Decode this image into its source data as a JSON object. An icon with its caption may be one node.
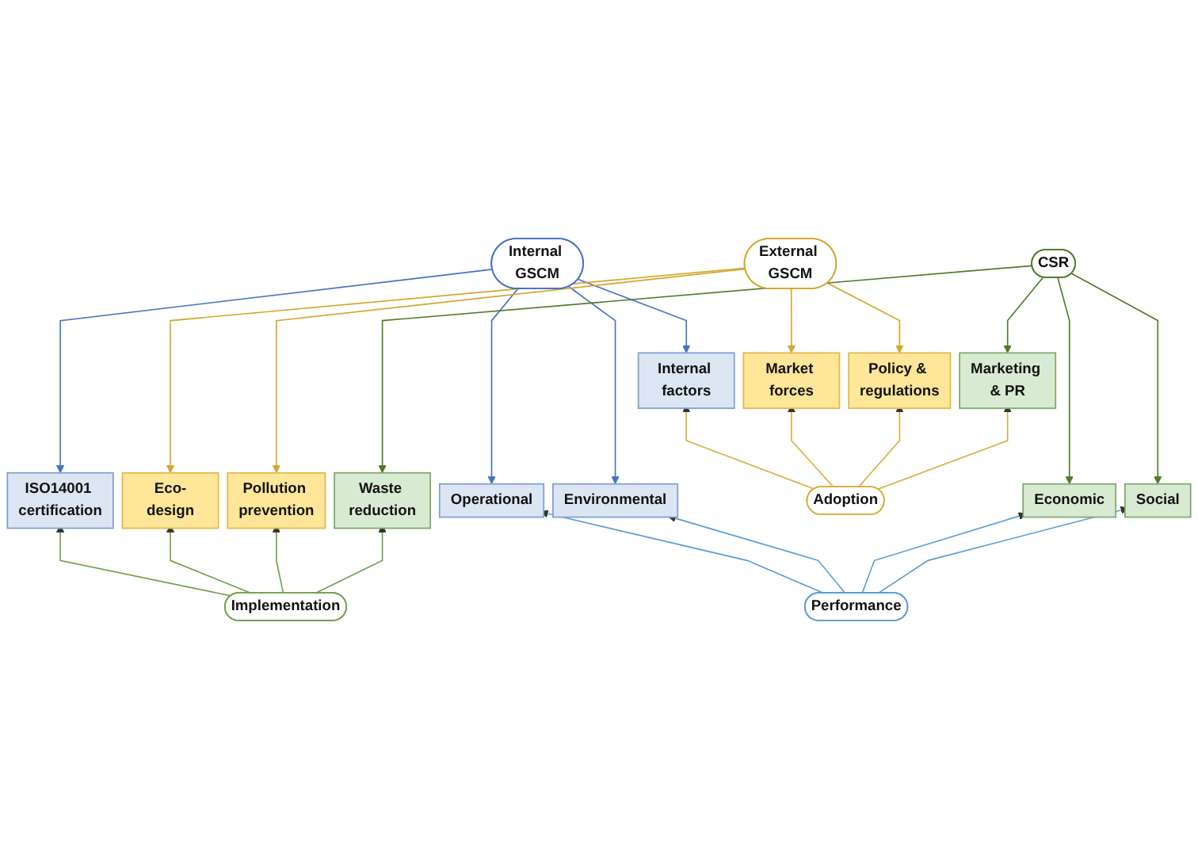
{
  "diagram": {
    "nodes": [
      {
        "text": [
          "Internal GSCM"
        ]
      },
      {
        "text": [
          "External GSCM"
        ]
      },
      {
        "text": [
          "CSR"
        ]
      },
      {
        "text": [
          "Internal factors"
        ]
      },
      {
        "text": [
          "ISO14001 certification"
        ]
      },
      {
        "text": [
          "Operational"
        ]
      },
      {
        "text": [
          "Environmental"
        ]
      },
      {
        "text": [
          "Market forces"
        ]
      },
      {
        "text": [
          "Policy & regulations"
        ]
      },
      {
        "text": [
          "Eco-design"
        ]
      },
      {
        "text": [
          "Pollution prevention"
        ]
      },
      {
        "text": [
          "Marketing & PR"
        ]
      },
      {
        "text": [
          "Waste reduction"
        ]
      },
      {
        "text": [
          "Economic"
        ]
      },
      {
        "text": [
          "Social"
        ]
      },
      {
        "text": [
          "Adoption"
        ]
      },
      {
        "text": [
          "Implementation"
        ]
      },
      {
        "text": [
          "Performance"
        ]
      }
    ],
    "edges": [
      {
        "from": 0,
        "to": 3,
        "arrow": "to",
        "color": "#4472c4"
      },
      {
        "from": 0,
        "to": 4,
        "arrow": "to",
        "color": "#4472c4"
      },
      {
        "from": 0,
        "to": 5,
        "arrow": "to",
        "color": "#4472c4"
      },
      {
        "from": 0,
        "to": 6,
        "arrow": "to",
        "color": "#4472c4"
      },
      {
        "from": 1,
        "to": 7,
        "arrow": "to",
        "color": "#d4a72c"
      },
      {
        "from": 1,
        "to": 8,
        "arrow": "to",
        "color": "#d4a72c"
      },
      {
        "from": 1,
        "to": 9,
        "arrow": "to",
        "color": "#d4a72c"
      },
      {
        "from": 1,
        "to": 10,
        "arrow": "to",
        "color": "#d4a72c"
      },
      {
        "from": 2,
        "to": 11,
        "arrow": "to",
        "color": "#4e7a2a"
      },
      {
        "from": 2,
        "to": 12,
        "arrow": "to",
        "color": "#4e7a2a"
      },
      {
        "from": 2,
        "to": 13,
        "arrow": "to",
        "color": "#4e7a2a"
      },
      {
        "from": 2,
        "to": 14,
        "arrow": "to",
        "color": "#4e7a2a"
      },
      {
        "from": 15,
        "to": 3,
        "arrow": "to",
        "color": "#d9ad3a"
      },
      {
        "from": 15,
        "to": 7,
        "arrow": "to",
        "color": "#d9ad3a"
      },
      {
        "from": 15,
        "to": 8,
        "arrow": "to",
        "color": "#d9ad3a"
      },
      {
        "from": 15,
        "to": 11,
        "arrow": "to",
        "color": "#d9ad3a"
      },
      {
        "from": 16,
        "to": 4,
        "arrow": "to",
        "color": "#70a04c"
      },
      {
        "from": 16,
        "to": 9,
        "arrow": "to",
        "color": "#70a04c"
      },
      {
        "from": 16,
        "to": 10,
        "arrow": "to",
        "color": "#70a04c"
      },
      {
        "from": 16,
        "to": 12,
        "arrow": "to",
        "color": "#70a04c"
      },
      {
        "from": 17,
        "to": 5,
        "arrow": "to",
        "color": "#5b9bd5"
      },
      {
        "from": 17,
        "to": 6,
        "arrow": "to",
        "color": "#5b9bd5"
      },
      {
        "from": 17,
        "to": 13,
        "arrow": "to",
        "color": "#5b9bd5"
      },
      {
        "from": 17,
        "to": 14,
        "arrow": "to",
        "color": "#5b9bd5"
      }
    ]
  }
}
